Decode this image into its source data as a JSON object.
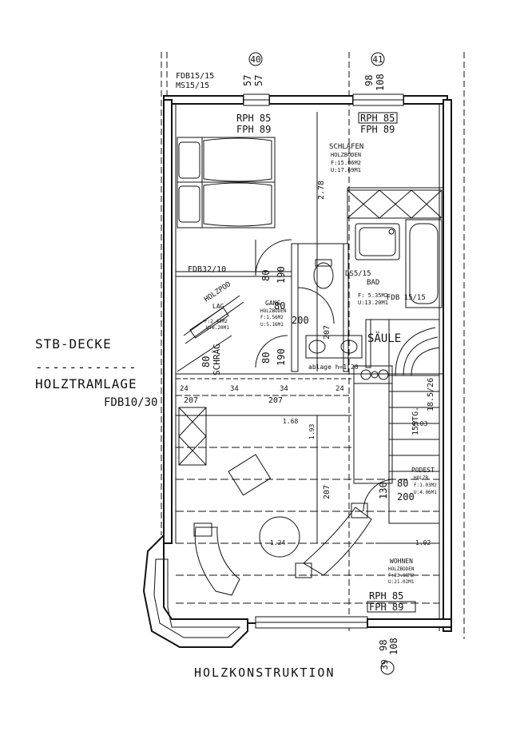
{
  "left_legend": {
    "line1": "STB-DECKE",
    "dashes": "------------",
    "line2": "HOLZTRAMLAGE",
    "line3": "FDB10/30"
  },
  "bottom_title": "HOLZKONSTRUKTION",
  "top_left_note": {
    "line1": "FDB15/15",
    "line2": "MS15/15"
  },
  "axes": {
    "top_left": {
      "num": "40",
      "a": "57",
      "b": "57"
    },
    "top_right": {
      "num": "41",
      "a": "98",
      "b": "108"
    },
    "bottom": {
      "num": "39",
      "a": "98",
      "b": "108"
    }
  },
  "windows": {
    "w1": {
      "rph": "RPH 85",
      "fph": "FPH 89"
    },
    "w2": {
      "rph": "RPH 85",
      "fph": "FPH 89"
    },
    "w3": {
      "rph": "RPH 85",
      "fph": "FPH 89"
    }
  },
  "rooms": {
    "schlafen": {
      "name": "SCHLAFEN",
      "floor": "HOLZBODEN",
      "f": "F:15.06M2",
      "u": "U:17.69M1"
    },
    "bad": {
      "code": "DS5/15",
      "name": "BAD",
      "fdb": "FDB 15/15",
      "f": "F: 5.35M2",
      "u": "U:13.20M1"
    },
    "gang": {
      "name": "GANG",
      "floor": "HOLZBODEN",
      "f": "F:1.56M2",
      "u": "U:5.16M1"
    },
    "lager": {
      "name": "LAG",
      "f": "F:2.43M2",
      "u": "U:6.20M1"
    },
    "wohnen": {
      "name": "WOHNEN",
      "floor": "HOLZBODEN",
      "f": "F:23.18M2",
      "u": "U:21.02M1"
    },
    "podest": {
      "name": "PODEST",
      "floor": "HOLZB.",
      "f": "F:1.03M2",
      "u": "U:4.06M1"
    }
  },
  "labels": {
    "fdb32": "FDB32/10",
    "holzpod": "HOLZPOD",
    "schraeg": "SCHRÄG",
    "saeule": "SÄULE",
    "ablage": "ablage h=1.20",
    "stg": "15STG.",
    "stg_dim": "18.5/26",
    "dim_278": "2.78",
    "dim_207_v": "207",
    "dim_207_center": "207",
    "dim_80a": "80",
    "dim_190a": "190",
    "dim_80b": "80",
    "dim_190b": "190",
    "dim_80c": "80",
    "dim_200a": "200",
    "dim_80d": "80",
    "dim_200b": "200",
    "dim_130": "130",
    "dim_80s": "80",
    "dim_207_left": "207",
    "dim_207_mid": "207",
    "dim_24": "24",
    "dim_34": "34",
    "dim_34b": "34",
    "dim_24b": "24",
    "dim_168": "1.68",
    "dim_193": "1.93",
    "dim_124": "1.24",
    "dim_103": "1.03",
    "dim_102": "1.02"
  }
}
